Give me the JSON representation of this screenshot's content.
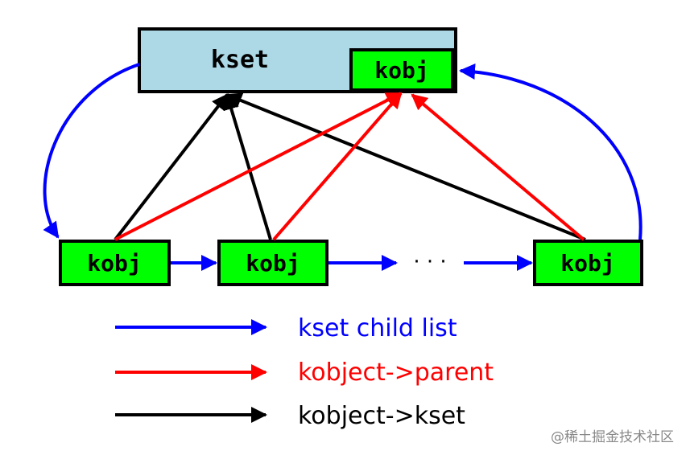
{
  "colors": {
    "kset_fill": "#add8e6",
    "kobj_fill": "#00ff00",
    "child_list_arrow": "#0000ff",
    "parent_arrow": "#ff0000",
    "kset_arrow": "#000000",
    "watermark_text": "#888888",
    "node_stroke": "#000000"
  },
  "nodes": {
    "kset": "kset",
    "embedded_kobj": "kobj",
    "child_1": "kobj",
    "child_2": "kobj",
    "child_n": "kobj",
    "ellipsis": "· · ·"
  },
  "legend": {
    "child_list": "kset child list",
    "parent": "kobject->parent",
    "kset": "kobject->kset"
  },
  "watermark": "@稀土掘金技术社区"
}
